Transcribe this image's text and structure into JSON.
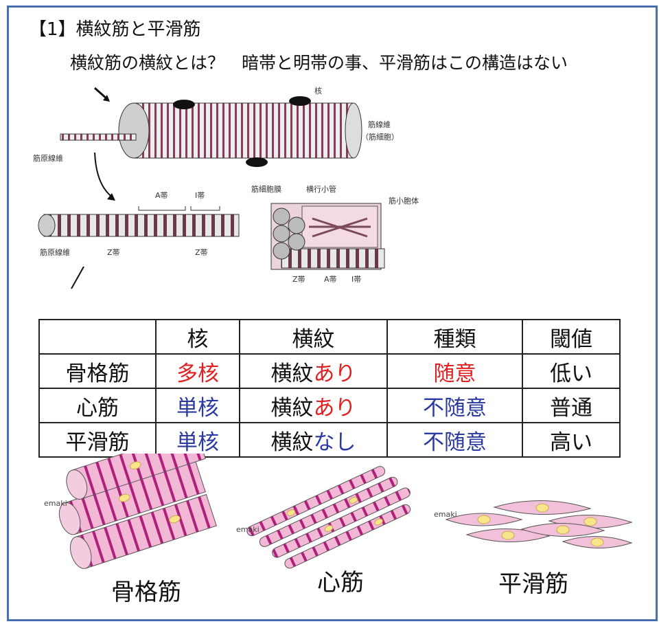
{
  "heading": "【1】横紋筋と平滑筋",
  "subtitle": "横紋筋の横紋とは？　暗帯と明帯の事、平滑筋はこの構造はない",
  "figure_labels": {
    "nucleus": "核",
    "muscle_fiber": "筋線維",
    "muscle_cell": "（筋細胞）",
    "myofibril_top": "筋原線維",
    "a_band": "A帯",
    "i_band": "I帯",
    "myofibril_bottom": "筋原線維",
    "z_band_1": "Z帯",
    "z_band_2": "Z帯",
    "sarcolemma": "筋細胞膜",
    "t_tubule": "横行小管",
    "sarcoplasmic_reticulum": "筋小胞体",
    "z_band_3": "Z帯",
    "a_band_2": "A帯",
    "i_band_2": "I帯"
  },
  "table": {
    "headers": [
      "",
      "核",
      "横紋",
      "種類",
      "閾値"
    ],
    "rows": [
      {
        "name": "骨格筋",
        "nucleus": "多核",
        "striation_a": "横紋",
        "striation_b": "あり",
        "type": "随意",
        "threshold": "低い"
      },
      {
        "name": "心筋",
        "nucleus": "単核",
        "striation_a": "横紋",
        "striation_b": "あり",
        "type": "不随意",
        "threshold": "普通"
      },
      {
        "name": "平滑筋",
        "nucleus": "単核",
        "striation_a": "横紋",
        "striation_b": "なし",
        "type": "不随意",
        "threshold": "高い"
      }
    ]
  },
  "illustrations": {
    "watermark_1": "emaki",
    "watermark_2": "emaki",
    "watermark_3": "emaki",
    "caption_skeletal": "骨格筋",
    "caption_cardiac": "心筋",
    "caption_smooth": "平滑筋"
  },
  "colors": {
    "frame_border": "#4a6fb0",
    "red_text": "#e02020",
    "blue_text": "#2b3aa0",
    "muscle_pink": "#f2b8d6",
    "muscle_stripe": "#b0207a",
    "nucleus_yellow": "#f7e58a"
  }
}
